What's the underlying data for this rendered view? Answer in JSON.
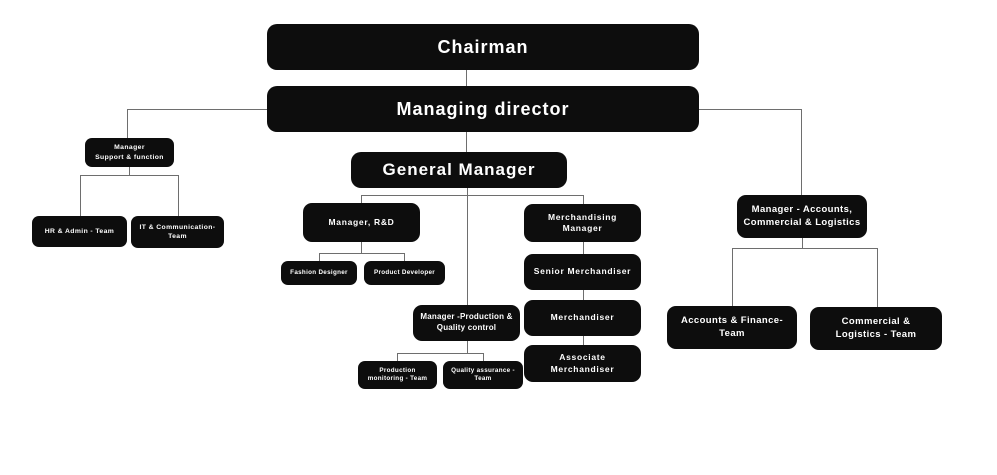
{
  "title": "Organizational chart",
  "colors": {
    "node_background": "#0d0d0d",
    "node_text": "#ffffff",
    "connector": "#6e6e6e",
    "page_background": "#ffffff"
  },
  "nodes": {
    "chairman": {
      "label": "Chairman",
      "reports_to": null
    },
    "managing_director": {
      "label": "Managing director",
      "reports_to": "chairman"
    },
    "manager_support_function": {
      "label": "Manager\nSupport & function",
      "reports_to": "managing_director"
    },
    "hr_admin_team": {
      "label": "HR & Admin - Team",
      "reports_to": "manager_support_function"
    },
    "it_communication_team": {
      "label": "IT & Communication-\nTeam",
      "reports_to": "manager_support_function"
    },
    "general_manager": {
      "label": "General Manager",
      "reports_to": "managing_director"
    },
    "manager_rd": {
      "label": "Manager, R&D",
      "reports_to": "general_manager"
    },
    "fashion_designer": {
      "label": "Fashion Designer",
      "reports_to": "manager_rd"
    },
    "product_developer": {
      "label": "Product Developer",
      "reports_to": "manager_rd"
    },
    "manager_production_quality": {
      "label": "Manager -Production &\nQuality control",
      "reports_to": "general_manager"
    },
    "production_monitoring_team": {
      "label": "Production\nmonitoring - Team",
      "reports_to": "manager_production_quality"
    },
    "quality_assurance_team": {
      "label": "Quality assurance -\nTeam",
      "reports_to": "manager_production_quality"
    },
    "merchandising_manager": {
      "label": "Merchandising\nManager",
      "reports_to": "general_manager"
    },
    "senior_merchandiser": {
      "label": "Senior Merchandiser",
      "reports_to": "merchandising_manager"
    },
    "merchandiser": {
      "label": "Merchandiser",
      "reports_to": "senior_merchandiser"
    },
    "associate_merchandiser": {
      "label": "Associate\nMerchandiser",
      "reports_to": "merchandiser"
    },
    "manager_accounts_commercial_logistics": {
      "label": "Manager - Accounts,\nCommercial & Logistics",
      "reports_to": "managing_director"
    },
    "accounts_finance_team": {
      "label": "Accounts & Finance-\nTeam",
      "reports_to": "manager_accounts_commercial_logistics"
    },
    "commercial_logistics_team": {
      "label": "Commercial &\nLogistics - Team",
      "reports_to": "manager_accounts_commercial_logistics"
    }
  }
}
